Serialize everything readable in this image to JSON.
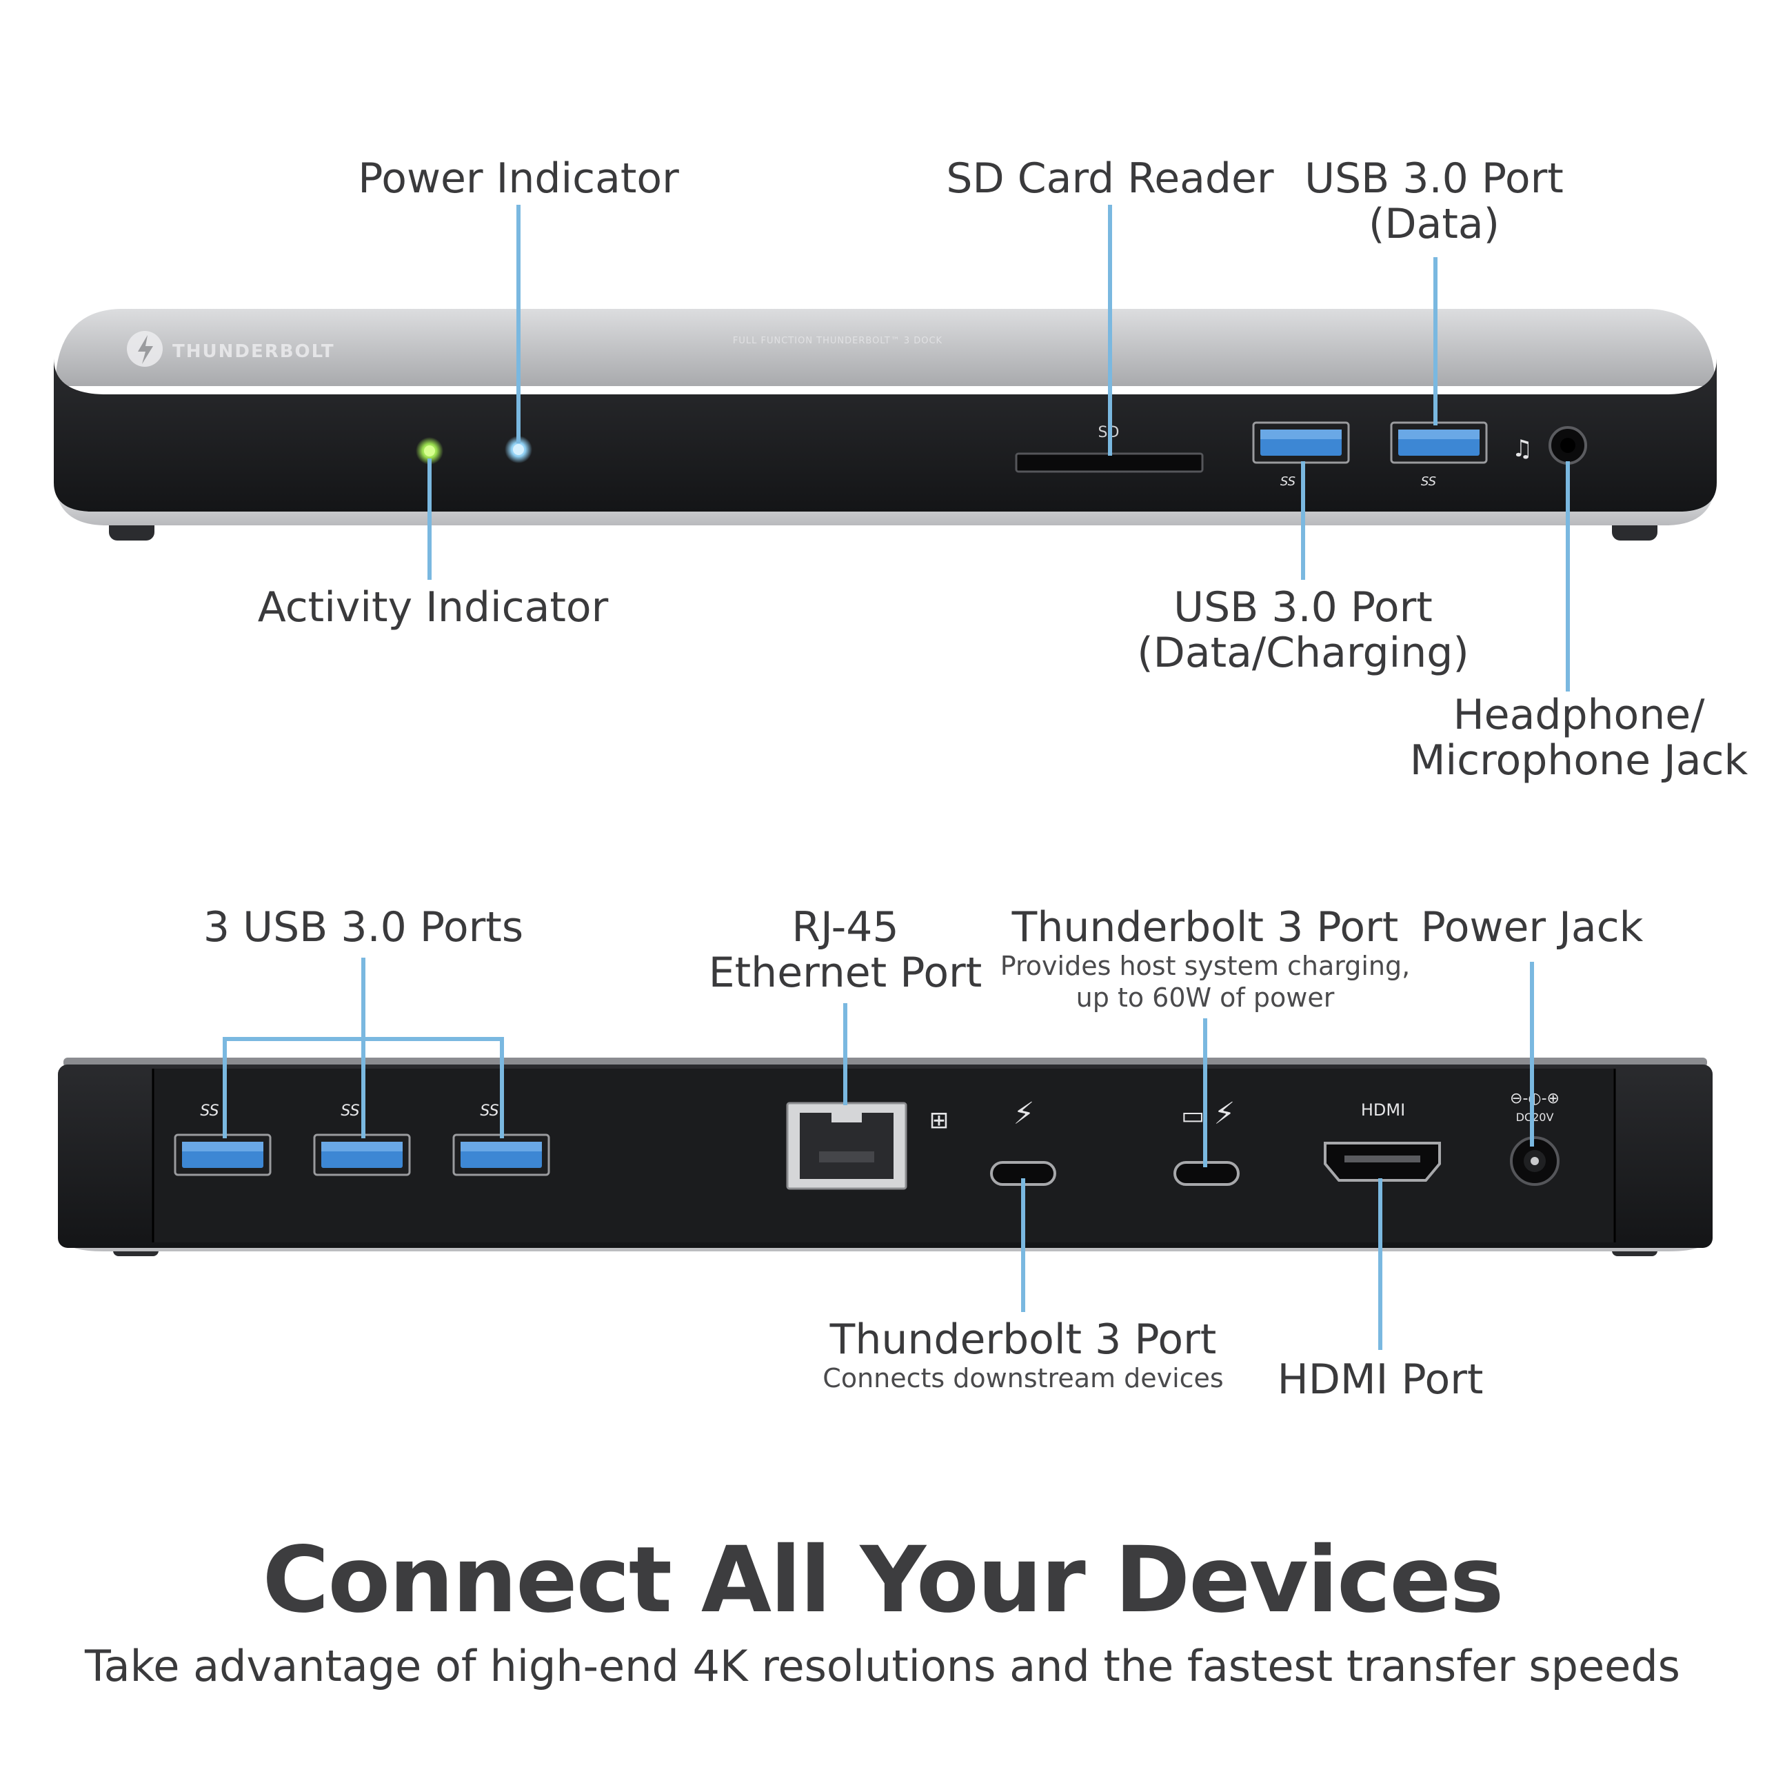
{
  "device_front": {
    "brand_label": "THUNDERBOLT",
    "product_caption": "FULL FUNCTION THUNDERBOLT™ 3 DOCK",
    "sd_slot_label": "SD",
    "usb_port_icon_label": "SS",
    "led_colors": {
      "activity": "#9be04f",
      "power": "#8fd0f4"
    }
  },
  "device_rear": {
    "hdmi_label": "HDMI",
    "power_label": "DC20V",
    "usb_port_icon_label": "SS"
  },
  "labels": {
    "power_indicator": "Power Indicator",
    "activity_indicator": "Activity Indicator",
    "sd_card_reader": "SD Card Reader",
    "usb_data": [
      "USB 3.0 Port",
      "(Data)"
    ],
    "usb_charging": [
      "USB 3.0 Port",
      "(Data/Charging)"
    ],
    "headphone": [
      "Headphone/",
      "Microphone Jack"
    ],
    "usb_ports_3": "3 USB 3.0 Ports",
    "rj45": [
      "RJ-45",
      "Ethernet Port"
    ],
    "tb3_host": {
      "title": "Thunderbolt 3 Port",
      "sub": [
        "Provides host system charging,",
        "up to 60W of power"
      ]
    },
    "power_jack": "Power Jack",
    "tb3_downstream": {
      "title": "Thunderbolt 3 Port",
      "sub": "Connects downstream devices"
    },
    "hdmi_port": "HDMI Port"
  },
  "headline": "Connect All Your Devices",
  "subheadline": "Take advantage of high-end 4K resolutions and the fastest transfer speeds",
  "colors": {
    "leader_line": "#7ab8e0",
    "usb_blue": "#3d87d4",
    "body_dark": "#202124",
    "body_silver": "#c8c9cb",
    "text": "#3a3a3c"
  }
}
